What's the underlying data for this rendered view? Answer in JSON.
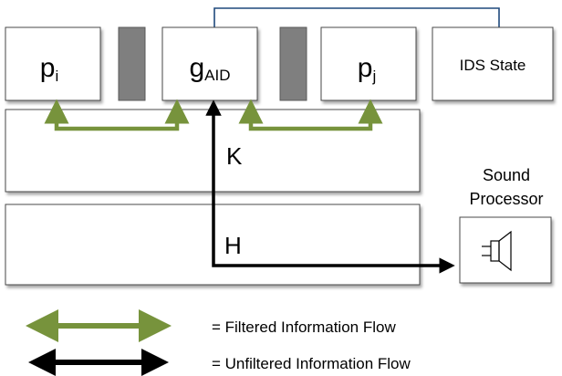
{
  "boxes": {
    "p_i": {
      "base": "p",
      "sub": "i"
    },
    "g_aid": {
      "base": "g",
      "sub": "AID"
    },
    "p_j": {
      "base": "p",
      "sub": "j"
    },
    "ids_state": {
      "label": "IDS State"
    }
  },
  "labels": {
    "k": "K",
    "h": "H"
  },
  "sound_processor": {
    "line1": "Sound",
    "line2": "Processor"
  },
  "legend": {
    "filtered": "= Filtered Information Flow",
    "unfiltered": "= Unfiltered Information Flow"
  },
  "colors": {
    "filtered": "#77933c",
    "unfiltered": "#000000",
    "connector": "#1f497d",
    "separator": "#7f7f7f",
    "box_border": "#4a4a4a"
  },
  "icons": {
    "speaker": "speaker-icon"
  }
}
